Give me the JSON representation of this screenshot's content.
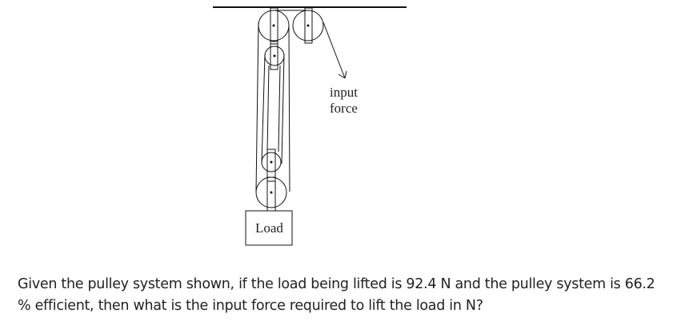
{
  "diagram": {
    "input_force_label_line1": "input",
    "input_force_label_line2": "force",
    "load_label": "Load"
  },
  "question": {
    "text": "Given the pulley system shown, if the load being lifted is 92.4 N and the pulley system is 66.2 % efficient, then what is the input force required to lift the load in N?",
    "load_N": "92.4",
    "efficiency_percent": "66.2"
  }
}
